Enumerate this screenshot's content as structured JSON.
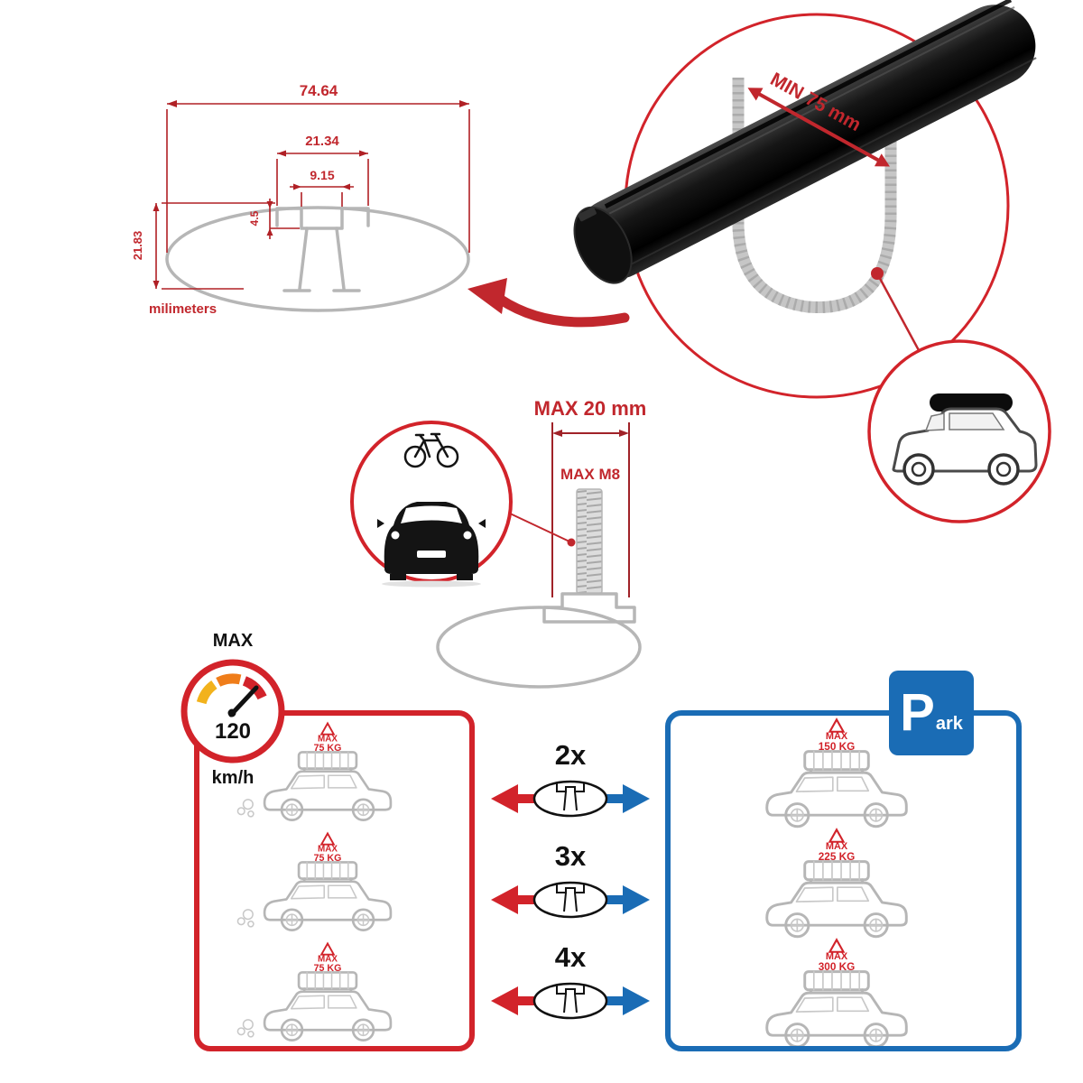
{
  "colors": {
    "red": "#d2232a",
    "blue": "#1a6cb5",
    "gray": "#b6b6b6",
    "black": "#111111"
  },
  "profile_diagram": {
    "total_width": "74.64",
    "slot_outer_width": "21.34",
    "slot_inner_width": "9.15",
    "slot_depth": "4.5",
    "profile_height": "21.83",
    "units_label": "milimeters"
  },
  "bar_detail": {
    "clamp_min_label": "MIN 75 mm"
  },
  "bolt_diagram": {
    "max_length_label": "MAX 20 mm",
    "max_thread_label": "MAX M8"
  },
  "speed_limit": {
    "title": "MAX",
    "value": "120",
    "units": "km/h"
  },
  "park_sign": {
    "letter": "P",
    "suffix": "ark"
  },
  "capacity": {
    "rows": [
      {
        "multiplier": "2x",
        "left_max": "MAX",
        "left_kg": "75 KG",
        "right_max": "MAX",
        "right_kg": "150 KG"
      },
      {
        "multiplier": "3x",
        "left_max": "MAX",
        "left_kg": "75 KG",
        "right_max": "MAX",
        "right_kg": "225 KG"
      },
      {
        "multiplier": "4x",
        "left_max": "MAX",
        "left_kg": "75 KG",
        "right_max": "MAX",
        "right_kg": "300 KG"
      }
    ]
  }
}
